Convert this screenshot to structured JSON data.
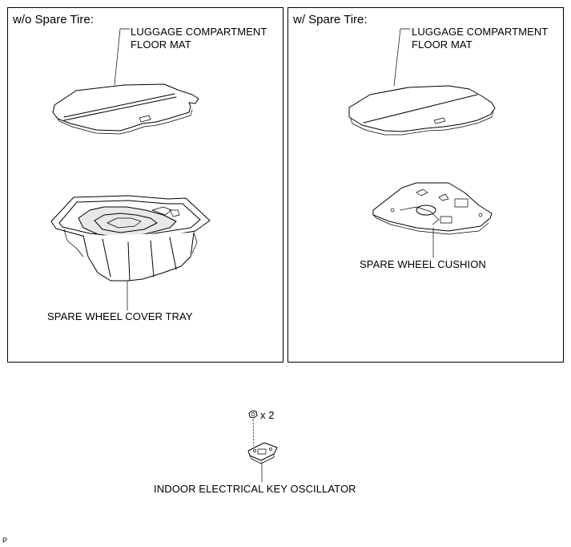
{
  "panels": {
    "left": {
      "title": "w/o Spare Tire:",
      "floor_mat_label": [
        "LUGGAGE COMPARTMENT",
        "FLOOR MAT"
      ],
      "tray_label": "SPARE WHEEL COVER TRAY"
    },
    "right": {
      "title": "w/ Spare Tire:",
      "floor_mat_label": [
        "LUGGAGE COMPARTMENT",
        "FLOOR MAT"
      ],
      "cushion_label": "SPARE WHEEL CUSHION"
    }
  },
  "bottom": {
    "fastener_qty": "x 2",
    "oscillator_label": "INDOOR ELECTRICAL KEY OSCILLATOR"
  },
  "corner_mark": "P"
}
